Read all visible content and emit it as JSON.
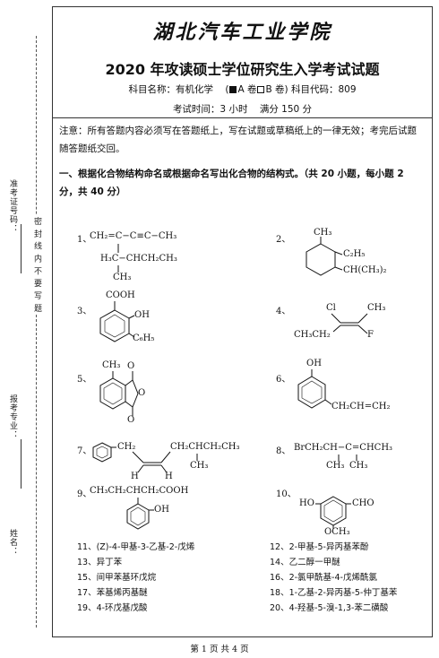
{
  "side": {
    "candidate_no": "准考证号码：",
    "no_answer_zone": "密 封 线 内 不 要 写 题",
    "major": "报考专业：",
    "name": "姓名："
  },
  "header": {
    "school": "湖北汽车工业学院",
    "title": "2020 年攻读硕士学位研究生入学考试试题",
    "subject_label": "科目名称：",
    "subject": "有机化学",
    "paper_a": "A 卷",
    "paper_b": "B 卷",
    "code_label": "科目代码：",
    "code": "809",
    "time": "考试时间：3 小时",
    "score": "满分 150 分"
  },
  "notice": "注意：所有答题内容必须写在答题纸上，写在试题或草稿纸上的一律无效；考完后试题随答题纸交回。",
  "section1": "一、根据化合物结构命名或根据命名写出化合物的结构式。（共 20 小题，每小题 2 分，共 40 分）",
  "structures": {
    "q1": {
      "num": "1、",
      "main": "CH₂=C−C≡C−CH₃",
      "sub": "H₃C−CHCH₂CH₃",
      "bottom": "CH₃"
    },
    "q2": {
      "num": "2、",
      "me": "CH₃",
      "et": "C₂H₅",
      "ipr": "CH(CH₃)₂"
    },
    "q3": {
      "num": "3、",
      "cooh": "COOH",
      "oh": "OH",
      "ph": "C₆H₅"
    },
    "q4": {
      "num": "4、",
      "cl": "Cl",
      "ch3": "CH₃",
      "et": "CH₃CH₂",
      "f": "F"
    },
    "q5": {
      "num": "5、",
      "ch3": "CH₃",
      "o1": "O",
      "o2": "O",
      "o3": "O"
    },
    "q6": {
      "num": "6、",
      "oh": "OH",
      "chain": "CH₂CH=CH₂"
    },
    "q7": {
      "num": "7、",
      "ch2": "CH₂",
      "h1": "H",
      "h2": "H",
      "chain": "CH₂CHCH₂CH₃",
      "ch3": "CH₃"
    },
    "q8": {
      "num": "8、",
      "chain": "BrCH₂CH−C=CHCH₃",
      "me1": "CH₃",
      "me2": "CH₃"
    },
    "q9": {
      "num": "9、",
      "chain": "CH₃CH₂CHCH₂COOH",
      "oh": "OH"
    },
    "q10": {
      "num": "10、",
      "ho": "HO",
      "cho": "CHO",
      "och3": "OCH₃"
    }
  },
  "names": [
    [
      "11、(Z)-4-甲基-3-乙基-2-戊烯",
      "12、2-甲基-5-异丙基苯酚"
    ],
    [
      "13、异丁苯",
      "14、乙二醇一甲醚"
    ],
    [
      "15、间甲苯基环戊烷",
      "16、2-氯甲酰基-4-戊烯酰氯"
    ],
    [
      "17、苯基烯丙基醚",
      "18、1-乙基-2-异丙基-5-仲丁基苯"
    ],
    [
      "19、4-环戊基戊酸",
      "20、4-羟基-5-溴-1,3-苯二磺酸"
    ]
  ],
  "footer": "第 1 页 共 4 页"
}
